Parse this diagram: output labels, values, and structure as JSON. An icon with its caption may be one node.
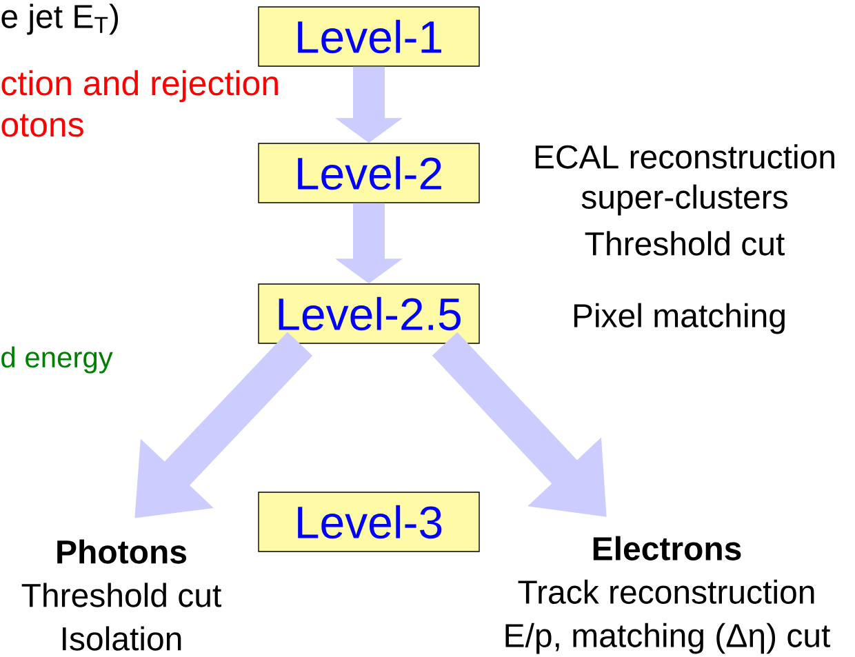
{
  "diagram": {
    "nodes": [
      {
        "text": [
          "Level-1"
        ]
      },
      {
        "text": [
          "Level-2"
        ],
        "beside": [
          "ECAL reconstruction",
          "super-clusters",
          "Threshold cut"
        ]
      },
      {
        "text": [
          "Level-2.5"
        ],
        "beside": [
          "Pixel matching"
        ]
      },
      {
        "text": [
          "Level-3"
        ]
      },
      {
        "text": [
          "Photons",
          "Threshold cut",
          "Isolation"
        ]
      },
      {
        "text": [
          "Electrons",
          "Track reconstruction",
          "E/p, matching (Δη) cut"
        ]
      }
    ],
    "edges": [
      {
        "from": 0,
        "to": 1,
        "arrow": "to"
      },
      {
        "from": 1,
        "to": 2,
        "arrow": "to"
      },
      {
        "from": 2,
        "to": 4,
        "arrow": "to"
      },
      {
        "from": 2,
        "to": 5,
        "arrow": "to"
      }
    ],
    "labels": [
      "e jet E$_{T}$)",
      "ction and rejection",
      "otons",
      "d energy"
    ]
  }
}
